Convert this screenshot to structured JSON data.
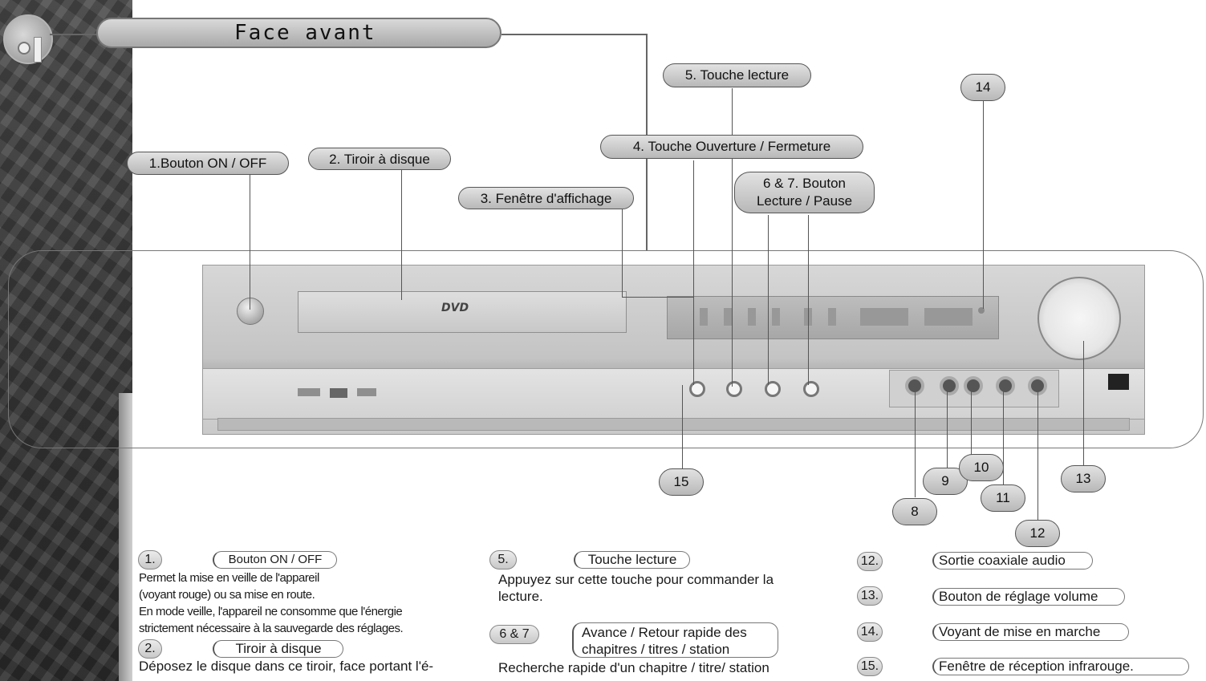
{
  "header": {
    "title": "Face avant"
  },
  "callouts": {
    "c1": "1.Bouton ON / OFF",
    "c2": "2. Tiroir à disque",
    "c3": "3. Fenêtre d'affichage",
    "c4": "4. Touche Ouverture / Fermeture",
    "c5": "5. Touche lecture",
    "c67_line1": "6 & 7. Bouton",
    "c67_line2": "Lecture / Pause",
    "n8": "8",
    "n9": "9",
    "n10": "10",
    "n11": "11",
    "n12": "12",
    "n13": "13",
    "n14": "14",
    "n15": "15"
  },
  "device": {
    "tray_logo": "DVD"
  },
  "col1": {
    "num1": "1.",
    "title1": "Bouton ON / OFF",
    "lines1": [
      "Permet la mise en veille de l'appareil",
      "(voyant rouge) ou sa mise en route.",
      "En mode veille, l'appareil ne consomme que l'énergie",
      "strictement nécessaire à la sauvegarde des réglages."
    ],
    "num2": "2.",
    "title2": "Tiroir à disque",
    "line2": "Déposez le disque dans ce tiroir, face portant l'é-"
  },
  "col2": {
    "num5": "5.",
    "title5": "Touche lecture",
    "lines5": [
      "Appuyez sur cette touche pour commander la",
      "lecture."
    ],
    "num67": "6 & 7",
    "title67_line1": "Avance / Retour rapide des",
    "title67_line2": "chapitres / titres / station",
    "line67": "Recherche rapide d'un chapitre / titre/ station"
  },
  "col3": {
    "items": [
      {
        "num": "12.",
        "label": "Sortie coaxiale audio"
      },
      {
        "num": "13.",
        "label": "Bouton de réglage volume"
      },
      {
        "num": "14.",
        "label": "Voyant de mise en marche"
      },
      {
        "num": "15.",
        "label": "Fenêtre de réception infrarouge."
      }
    ]
  }
}
